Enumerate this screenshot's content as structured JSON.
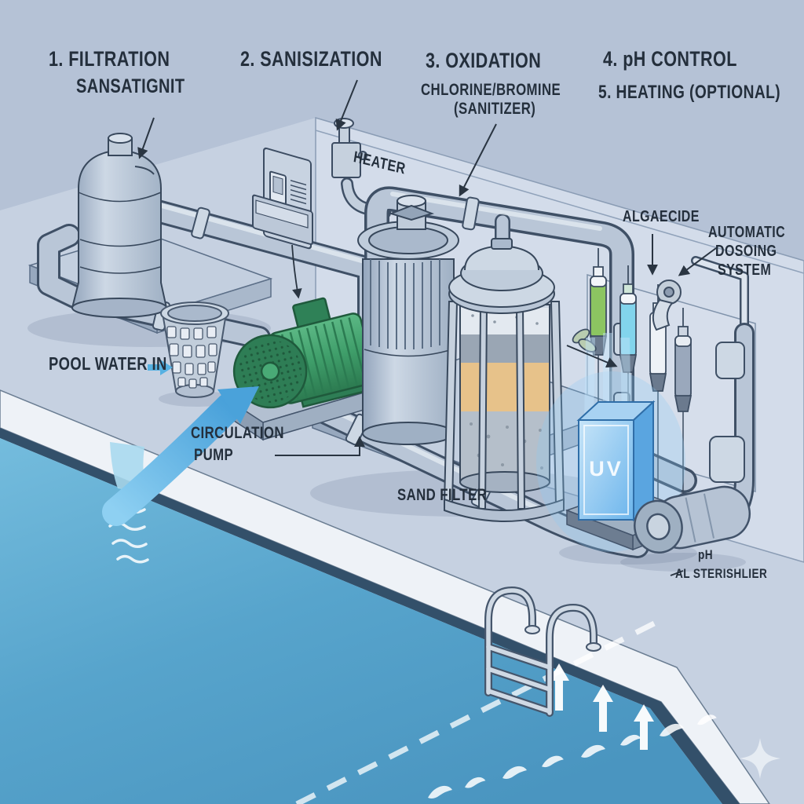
{
  "title": "Pool water treatment process diagram",
  "steps": [
    {
      "label": "1. FILTRATION",
      "sub": "SANSATIGNIT"
    },
    {
      "label": "2. SANISIZATION"
    },
    {
      "label": "3. OXIDATION",
      "sub1": "CHLORINE/BROMINE",
      "sub2": "(SANITIZER)"
    },
    {
      "label": "4. pH CONTROL"
    },
    {
      "label": "5. HEATING (OPTIONAL)"
    }
  ],
  "labels": {
    "heater": "HEATER",
    "algaecide": "ALGAECIDE",
    "dosing_line1": "AUTOMATIC",
    "dosing_line2": "DOSOING",
    "dosing_line3": "SYSTEM",
    "pool_water_in": "POOL WATER IN",
    "circulation_line1": "CIRCULATION",
    "circulation_line2": "PUMP",
    "sand_filter": "SAND FILTER",
    "ph_line1": "pH",
    "ph_line2": "AL STERISHLIER",
    "uv": "UV"
  },
  "colors": {
    "label_text": "#242f3c",
    "pool_water": "#5aa7cf",
    "coping": "#eef2f7",
    "pool_rim": "#33506a",
    "flow_arrow_blue": "#56b1e2",
    "pump_green": "#3f9e6a",
    "uv_glow_blue": "#7ec4f0",
    "sand_layer_tan": "#e6c28c",
    "pipe_gray": "#b9c6d7",
    "vial_green": "#8cc561",
    "vial_cyan": "#82d4ec",
    "vial_white": "#eef2f7",
    "vial_slate": "#9aa8bc"
  }
}
